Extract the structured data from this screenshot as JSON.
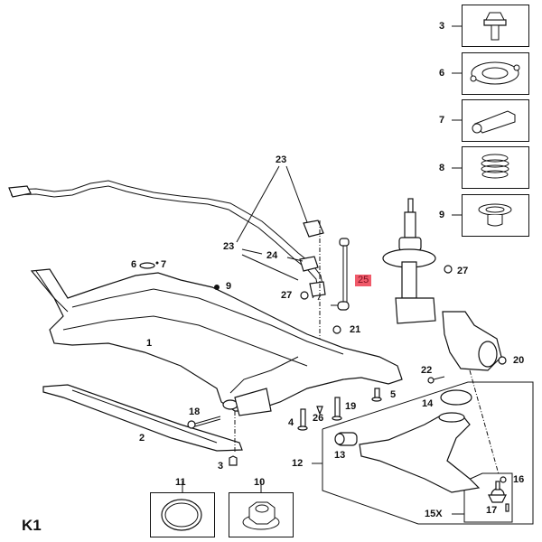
{
  "diagram": {
    "title_code": "K1",
    "highlight_color": "#f05a6a",
    "labels": {
      "p1": "1",
      "p2": "2",
      "p3a": "3",
      "p3b": "3",
      "p4": "4",
      "p5": "5",
      "p6a": "6",
      "p6b": "6",
      "p7a": "7",
      "p7b": "7",
      "p8": "8",
      "p9a": "9",
      "p9b": "9",
      "p10": "10",
      "p11": "11",
      "p12": "12",
      "p13": "13",
      "p14": "14",
      "p15x": "15X",
      "p16": "16",
      "p17": "17",
      "p18": "18",
      "p19": "19",
      "p20": "20",
      "p21": "21",
      "p22": "22",
      "p23a": "23",
      "p23b": "23",
      "p24": "24",
      "p25": "25",
      "p26": "26",
      "p27a": "27",
      "p27b": "27"
    },
    "parts": [
      {
        "number": "1",
        "name": "front-subframe-crossmember"
      },
      {
        "number": "2",
        "name": "reinforcement-strut-bar"
      },
      {
        "number": "3",
        "name": "bolt"
      },
      {
        "number": "4",
        "name": "bolt"
      },
      {
        "number": "5",
        "name": "bolt"
      },
      {
        "number": "6",
        "name": "strut-mount-plate"
      },
      {
        "number": "7",
        "name": "bump-stop"
      },
      {
        "number": "8",
        "name": "coil-spring"
      },
      {
        "number": "9",
        "name": "spring-seat-nut"
      },
      {
        "number": "10",
        "name": "flange-nut"
      },
      {
        "number": "11",
        "name": "dust-cap"
      },
      {
        "number": "12",
        "name": "lower-control-arm-assembly"
      },
      {
        "number": "13",
        "name": "control-arm-bushing"
      },
      {
        "number": "14",
        "name": "rear-bushing"
      },
      {
        "number": "15X",
        "name": "ball-joint-kit"
      },
      {
        "number": "16",
        "name": "nut"
      },
      {
        "number": "17",
        "name": "bolt"
      },
      {
        "number": "18",
        "name": "bolt"
      },
      {
        "number": "19",
        "name": "bolt"
      },
      {
        "number": "20",
        "name": "nut"
      },
      {
        "number": "21",
        "name": "nut"
      },
      {
        "number": "22",
        "name": "bolt"
      },
      {
        "number": "23",
        "name": "stabilizer-bar-and-bushings"
      },
      {
        "number": "24",
        "name": "stabilizer-clamp"
      },
      {
        "number": "25",
        "name": "stabilizer-link",
        "highlighted": true
      },
      {
        "number": "26",
        "name": "clip"
      },
      {
        "number": "27",
        "name": "nut"
      }
    ]
  }
}
